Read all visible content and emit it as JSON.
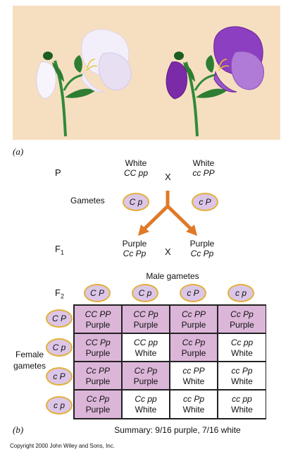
{
  "panel_a_label": "(a)",
  "panel_b_label": "(b)",
  "cross": {
    "p_label": "P",
    "parent_left_phenotype": "White",
    "parent_left_genotype": "CC pp",
    "parent_right_phenotype": "White",
    "parent_right_genotype": "cc PP",
    "cross_symbol": "X",
    "gametes_label": "Gametes",
    "gamete_left": "C p",
    "gamete_right": "c P",
    "f1_label": "F",
    "f1_subscript": "1",
    "f1_left_phenotype": "Purple",
    "f1_left_genotype": "Cc Pp",
    "f1_right_phenotype": "Purple",
    "f1_right_genotype": "Cc Pp",
    "f1_cross_symbol": "X"
  },
  "punnett": {
    "male_header": "Male gametes",
    "female_header_line1": "Female",
    "female_header_line2": "gametes",
    "f2_label": "F",
    "f2_subscript": "2",
    "male_gametes": [
      "C P",
      "C p",
      "c P",
      "c p"
    ],
    "female_gametes": [
      "C P",
      "C p",
      "c P",
      "c p"
    ],
    "rows": [
      [
        {
          "genotype": "CC PP",
          "phenotype": "Purple",
          "color": "purple"
        },
        {
          "genotype": "CC Pp",
          "phenotype": "Purple",
          "color": "purple"
        },
        {
          "genotype": "Cc PP",
          "phenotype": "Purple",
          "color": "purple"
        },
        {
          "genotype": "Cc Pp",
          "phenotype": "Purple",
          "color": "purple"
        }
      ],
      [
        {
          "genotype": "CC Pp",
          "phenotype": "Purple",
          "color": "purple"
        },
        {
          "genotype": "CC pp",
          "phenotype": "White",
          "color": "white"
        },
        {
          "genotype": "Cc Pp",
          "phenotype": "Purple",
          "color": "purple"
        },
        {
          "genotype": "Cc pp",
          "phenotype": "White",
          "color": "white"
        }
      ],
      [
        {
          "genotype": "Cc PP",
          "phenotype": "Purple",
          "color": "purple"
        },
        {
          "genotype": "Cc Pp",
          "phenotype": "Purple",
          "color": "purple"
        },
        {
          "genotype": "cc PP",
          "phenotype": "White",
          "color": "white"
        },
        {
          "genotype": "cc Pp",
          "phenotype": "White",
          "color": "white"
        }
      ],
      [
        {
          "genotype": "Cc Pp",
          "phenotype": "Purple",
          "color": "purple"
        },
        {
          "genotype": "Cc pp",
          "phenotype": "White",
          "color": "white"
        },
        {
          "genotype": "cc Pp",
          "phenotype": "White",
          "color": "white"
        },
        {
          "genotype": "cc pp",
          "phenotype": "White",
          "color": "white"
        }
      ]
    ]
  },
  "summary": "Summary: 9/16 purple, 7/16 white",
  "copyright": "Copyright 2000 John Wiley and Sons, Inc.",
  "colors": {
    "background_panel": "#f6dfc1",
    "purple_cell": "#dcb6d9",
    "gamete_oval": "#dcc6e8",
    "gamete_border": "#e3b03a",
    "arrow": "#e07a28"
  }
}
